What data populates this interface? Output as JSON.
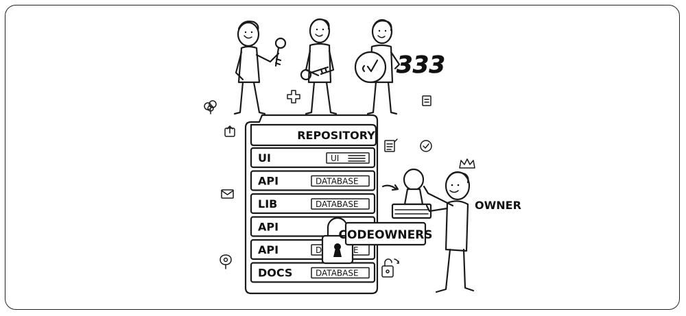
{
  "repository": {
    "header": "REPOSITORY",
    "rows": [
      {
        "name": "UI",
        "tag": "UI"
      },
      {
        "name": "API",
        "tag": "DATABASE"
      },
      {
        "name": "LIB",
        "tag": "DATABASE"
      },
      {
        "name": "API",
        "tag": ""
      },
      {
        "name": "API",
        "tag": "DATABASE"
      },
      {
        "name": "DOCS",
        "tag": "DATABASE"
      }
    ]
  },
  "codeowners_label": "CODEOWNERS",
  "owner_label": "OWNER",
  "badge_text": "333"
}
